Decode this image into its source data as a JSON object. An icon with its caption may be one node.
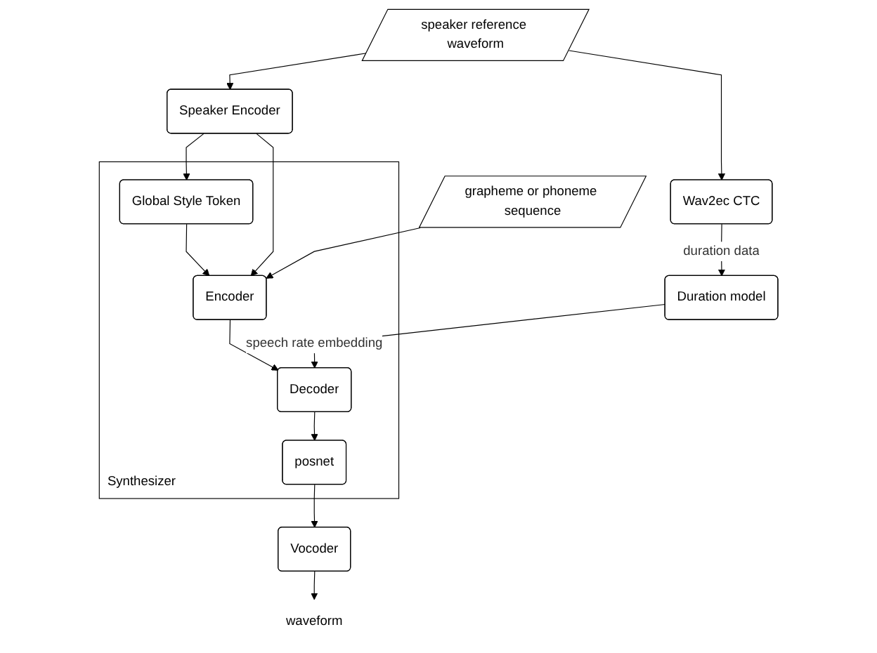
{
  "diagram": {
    "nodes": [
      {
        "text": [
          "grapheme or phoneme sequence"
        ]
      },
      {
        "text": [
          "speaker reference waveform"
        ]
      },
      {
        "text": [
          "Speaker Encoder"
        ]
      },
      {
        "text": [
          "Synthesizer"
        ]
      },
      {
        "text": [
          "Global Style Token"
        ],
        "in": 3
      },
      {
        "text": [
          "Encoder"
        ],
        "in": 3
      },
      {
        "text": [
          "Decoder"
        ],
        "in": 3
      },
      {
        "text": [
          "posnet"
        ],
        "in": 3
      },
      {
        "text": [
          "Wav2ec CTC"
        ]
      },
      {
        "text": [
          "Duration model"
        ]
      },
      {
        "text": [
          "Vocoder"
        ]
      },
      {
        "text": [
          "waveform"
        ]
      }
    ],
    "edges": [
      {
        "from": 1,
        "to": 2,
        "arrow": "to"
      },
      {
        "from": 1,
        "to": 8,
        "arrow": "to"
      },
      {
        "from": 2,
        "to": 4,
        "arrow": "to"
      },
      {
        "from": 2,
        "to": 5,
        "arrow": "to"
      },
      {
        "from": 0,
        "to": 5,
        "arrow": "to"
      },
      {
        "from": 4,
        "to": 5,
        "arrow": "to"
      },
      {
        "from": 8,
        "to": 9,
        "label": "duration data",
        "arrow": "to"
      },
      {
        "from": 5,
        "to": 6,
        "arrow": "to"
      },
      {
        "from": 9,
        "to": 6,
        "label": "speech rate embedding",
        "arrow": "to"
      },
      {
        "from": 6,
        "to": 7,
        "arrow": "to"
      },
      {
        "from": 7,
        "to": 10,
        "arrow": "to"
      },
      {
        "from": 10,
        "to": 11,
        "arrow": "to"
      }
    ]
  }
}
